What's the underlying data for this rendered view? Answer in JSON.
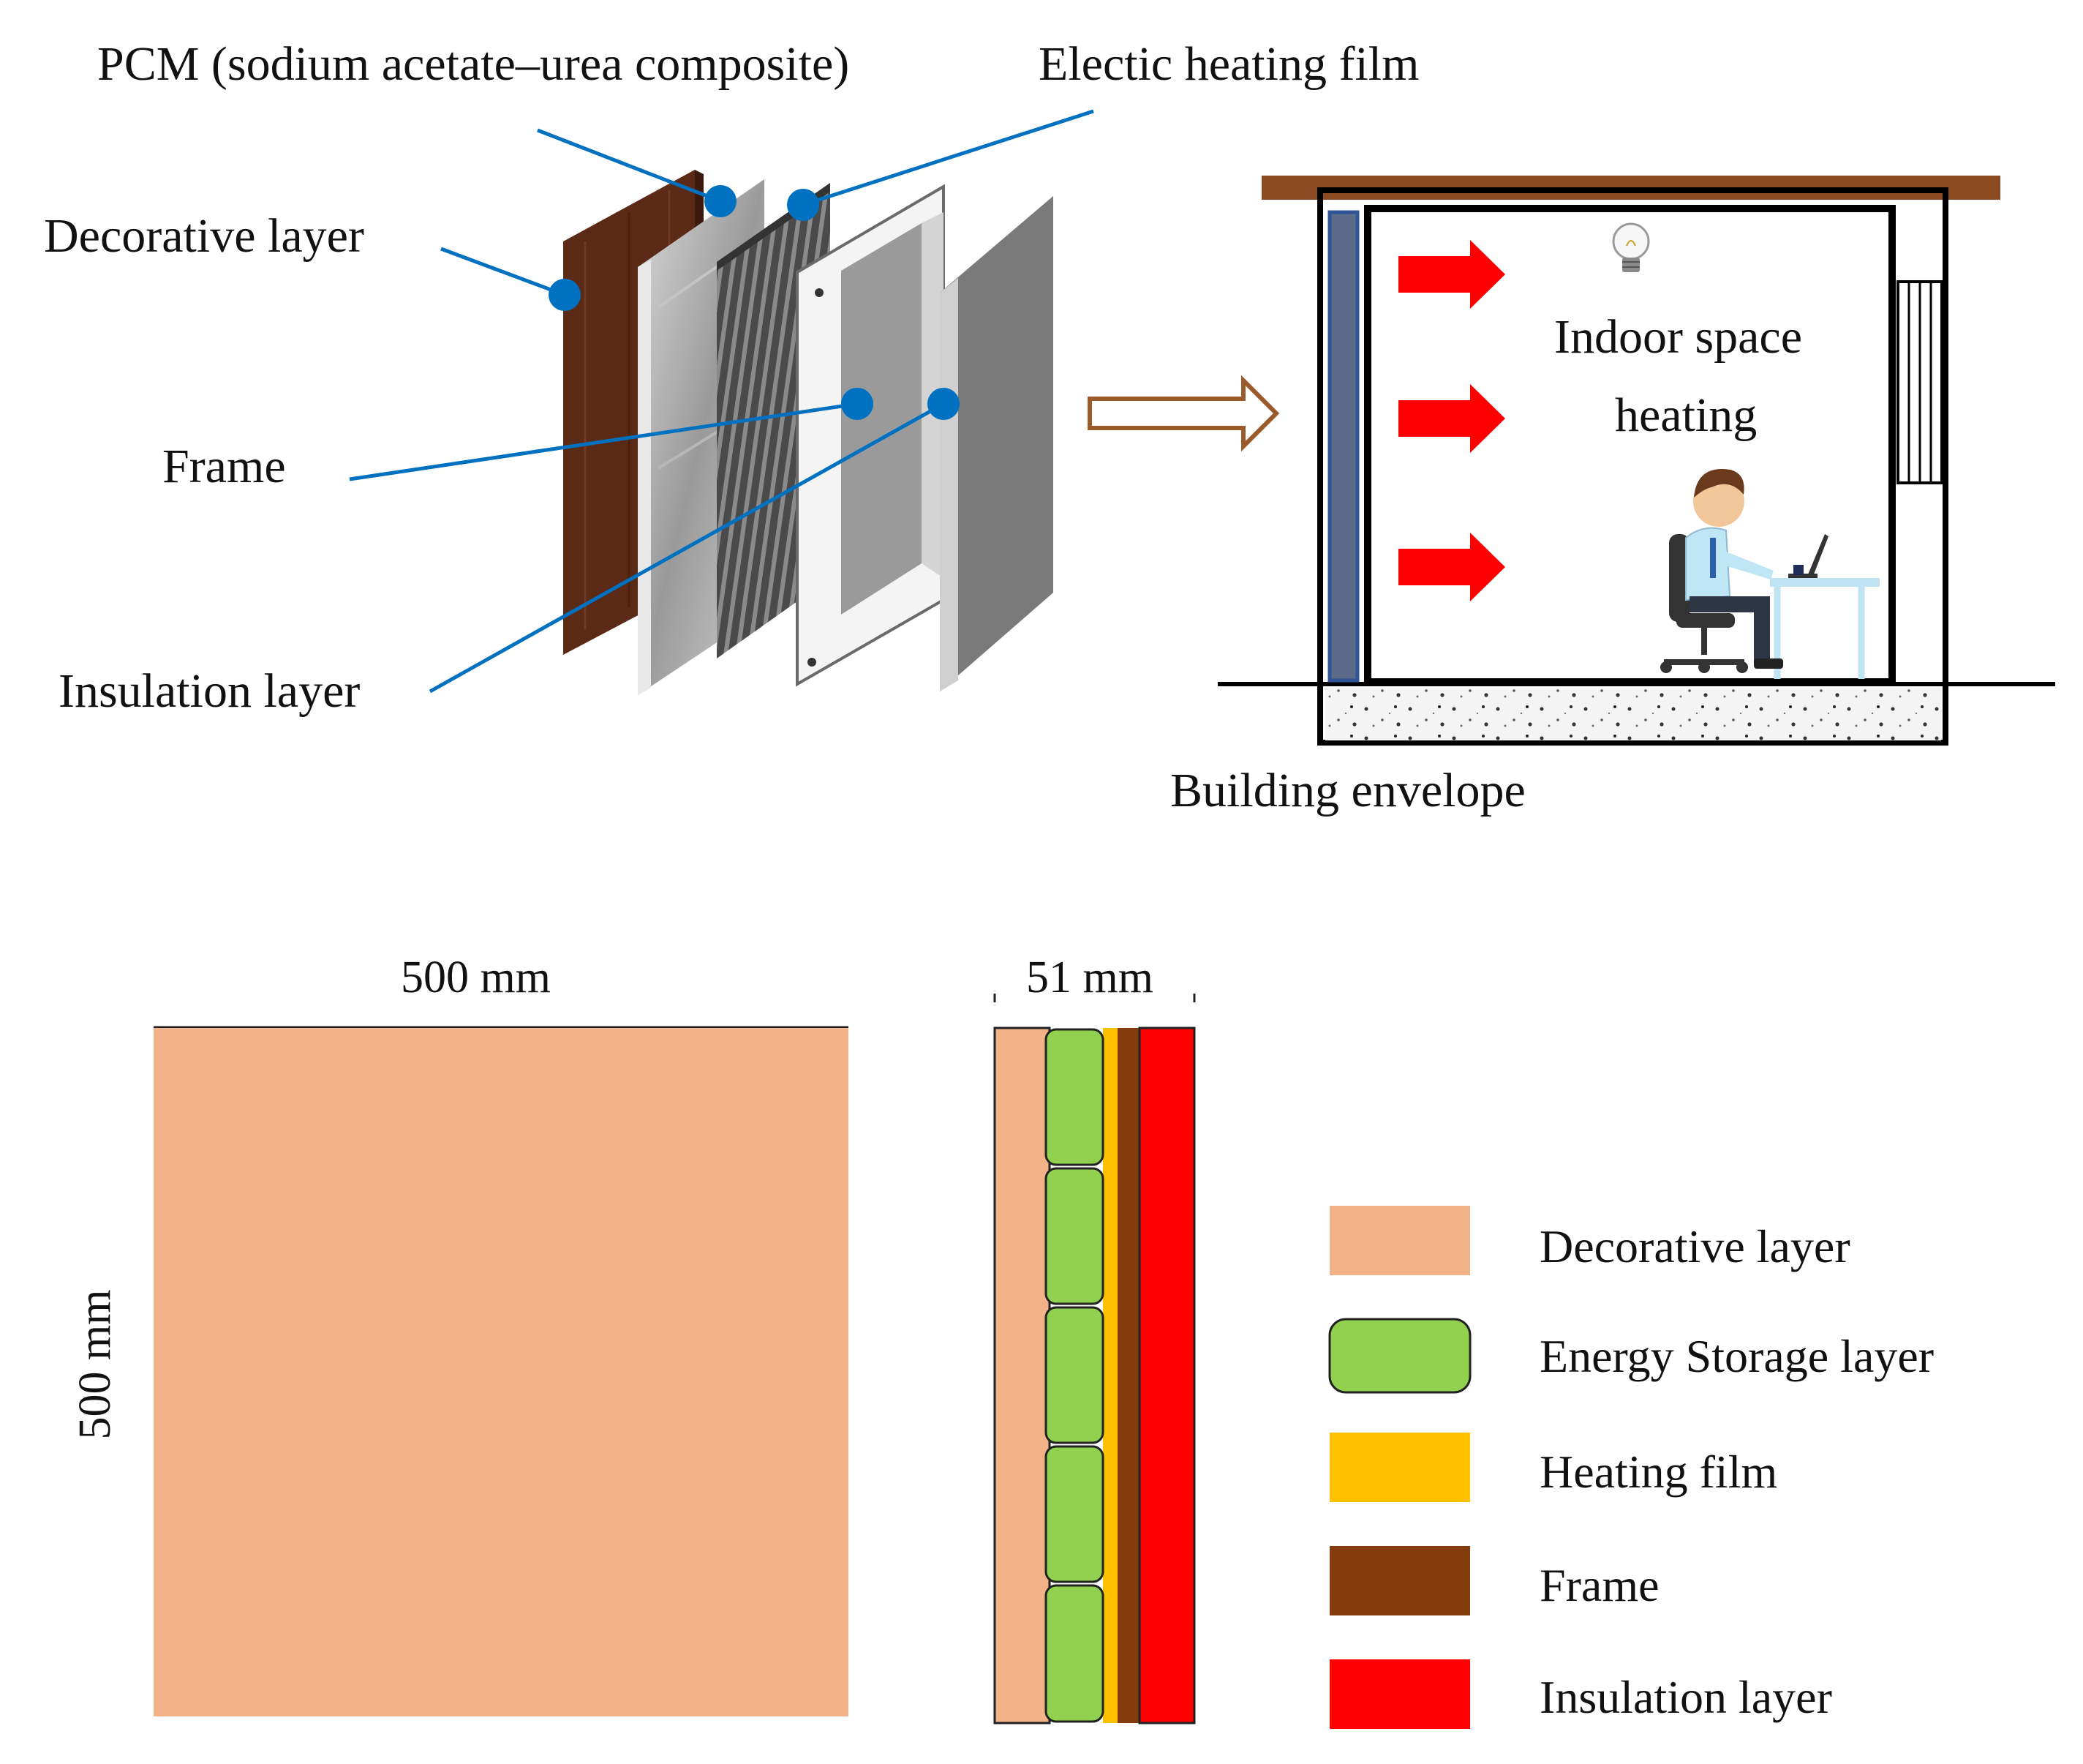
{
  "top": {
    "labels": {
      "pcm": "PCM (sodium acetate–urea composite)",
      "heating_film": "Electic heating film",
      "decorative": "Decorative layer",
      "frame": "Frame",
      "insulation": "Insulation layer"
    },
    "room": {
      "indoor_line1": "Indoor space",
      "indoor_line2": "heating",
      "envelope": "Building envelope"
    }
  },
  "bottom": {
    "front_width": "500 mm",
    "front_height": "500 mm",
    "section_thickness": "51 mm"
  },
  "legend": [
    {
      "label": "Decorative layer",
      "color": "#f2b288"
    },
    {
      "label": "Energy Storage layer",
      "color": "#92d050"
    },
    {
      "label": "Heating film",
      "color": "#ffc000"
    },
    {
      "label": "Frame",
      "color": "#843c0c"
    },
    {
      "label": "Insulation layer",
      "color": "#ff0000"
    }
  ],
  "colors": {
    "leader": "#0070c0",
    "arrow_red": "#ff0000",
    "roof": "#8b4a22",
    "transfer_arrow": "#9b5a2a"
  }
}
